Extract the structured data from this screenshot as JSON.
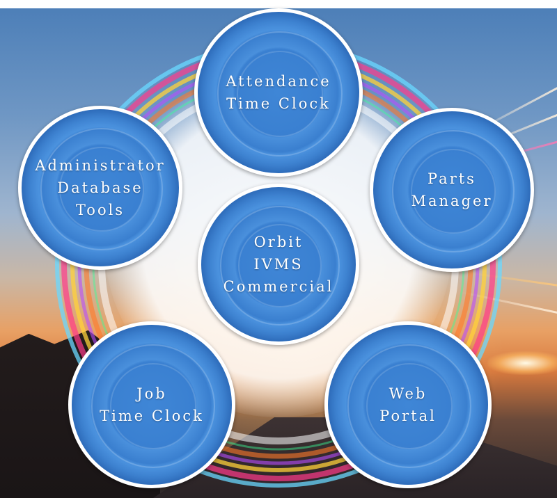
{
  "diagram": {
    "center": {
      "lines": [
        "Orbit",
        "IVMS",
        "Commercial"
      ]
    },
    "modules": [
      {
        "id": "attendance",
        "lines": [
          "Attendance",
          "Time Clock"
        ]
      },
      {
        "id": "parts",
        "lines": [
          "Parts",
          "Manager"
        ]
      },
      {
        "id": "web",
        "lines": [
          "Web",
          "Portal"
        ]
      },
      {
        "id": "job",
        "lines": [
          "Job",
          "Time Clock"
        ]
      },
      {
        "id": "admin",
        "lines": [
          "Administrator",
          "Database",
          "Tools"
        ]
      }
    ]
  },
  "colors": {
    "node_fill": "#3a80d1",
    "node_border": "#ffffff",
    "ring_colors": [
      "#ff3b8a",
      "#ffd23a",
      "#6ad8ff",
      "#b84dff",
      "#ff7a2a",
      "#3aff9a"
    ]
  }
}
